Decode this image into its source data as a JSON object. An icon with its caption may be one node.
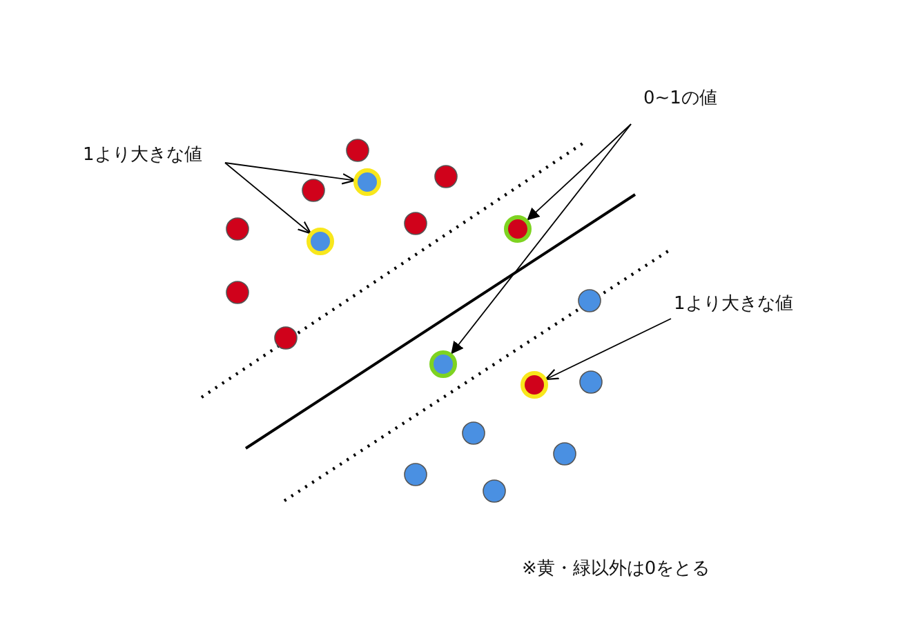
{
  "diagram": {
    "nodes": [
      {
        "text": [
          "1より大きな値"
        ]
      },
      {
        "text": [],
        "shape": "circle"
      },
      {
        "text": [],
        "shape": "circle"
      },
      {
        "text": [
          "0~1の値"
        ]
      },
      {
        "text": [],
        "shape": "circle"
      },
      {
        "text": [],
        "shape": "circle"
      },
      {
        "text": [
          "1より大きな値"
        ]
      },
      {
        "text": [],
        "shape": "circle"
      }
    ],
    "edges": [
      {
        "from": 0,
        "to": 1,
        "arrow": "to"
      },
      {
        "from": 0,
        "to": 2,
        "arrow": "to"
      },
      {
        "from": 3,
        "to": 4,
        "arrow": "to"
      },
      {
        "from": 3,
        "to": 5,
        "arrow": "to"
      },
      {
        "from": 6,
        "to": 7,
        "arrow": "to"
      }
    ],
    "labels": [
      "※黄・緑以外は0をとる"
    ]
  }
}
